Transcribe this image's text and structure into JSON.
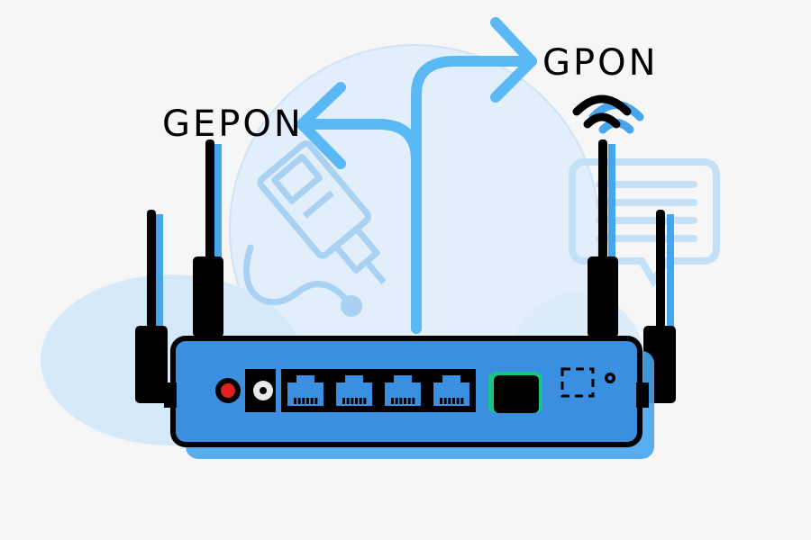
{
  "labels": {
    "left": "GEPON",
    "right": "GPON"
  },
  "colors": {
    "background": "#f6f6f7",
    "router_body": "#3b8fe0",
    "outline": "#000000",
    "arrow": "#5ab8f5",
    "decor_light": "#d6e9f8",
    "decor_icon": "#a9d1f2",
    "power_button": "#e02020",
    "status_led": "#19c48c"
  },
  "icons": [
    "ethernet-plug-icon",
    "fork-arrow-icon",
    "wifi-icon",
    "chat-bubble-icon",
    "router-icon"
  ],
  "router": {
    "lan_port_count": 4,
    "antenna_count": 4
  }
}
